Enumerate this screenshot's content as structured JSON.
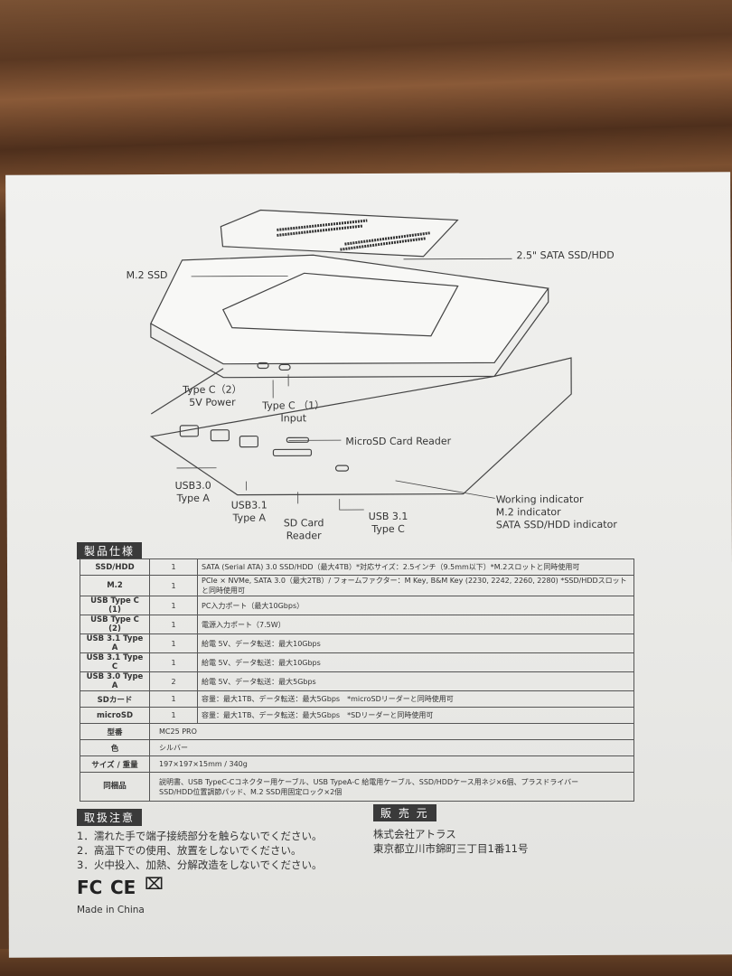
{
  "diagram_labels": {
    "m2_ssd": "M.2 SSD",
    "sata": "2.5\" SATA SSD/HDD",
    "typec2": "Type C（2）",
    "typec2_sub": "5V Power",
    "typec1": "Type C （1）",
    "typec1_sub": "Input",
    "microsd": "MicroSD Card Reader",
    "usb30": "USB3.0",
    "usb30_sub": "Type A",
    "usb31a": "USB3.1",
    "usb31a_sub": "Type A",
    "sd": "SD Card",
    "sd_sub": "Reader",
    "usb31c": "USB 3.1",
    "usb31c_sub": "Type C",
    "ind1": "Working indicator",
    "ind2": "M.2 indicator",
    "ind3": "SATA SSD/HDD indicator"
  },
  "spec_title": "製品仕様",
  "spec_rows": [
    {
      "key": "SSD/HDD",
      "qty": "1",
      "desc": "SATA (Serial ATA) 3.0 SSD/HDD（最大4TB）*対応サイズ：2.5インチ（9.5mm以下）*M.2スロットと同時使用可"
    },
    {
      "key": "M.2",
      "qty": "1",
      "desc": "PCIe × NVMe, SATA 3.0（最大2TB）/ フォームファクター：M Key, B&M Key (2230, 2242, 2260, 2280) *SSD/HDDスロットと同時使用可"
    },
    {
      "key": "USB Type C (1)",
      "qty": "1",
      "desc": "PC入力ポート（最大10Gbps）"
    },
    {
      "key": "USB Type C (2)",
      "qty": "1",
      "desc": "電源入力ポート（7.5W）"
    },
    {
      "key": "USB 3.1 Type A",
      "qty": "1",
      "desc": "給電 5V、データ転送：最大10Gbps"
    },
    {
      "key": "USB 3.1 Type C",
      "qty": "1",
      "desc": "給電 5V、データ転送：最大10Gbps"
    },
    {
      "key": "USB 3.0 Type A",
      "qty": "2",
      "desc": "給電 5V、データ転送：最大5Gbps"
    },
    {
      "key": "SDカード",
      "qty": "1",
      "desc": "容量：最大1TB、データ転送：最大5Gbps　*microSDリーダーと同時使用可"
    },
    {
      "key": "microSD",
      "qty": "1",
      "desc": "容量：最大1TB、データ転送：最大5Gbps　*SDリーダーと同時使用可"
    }
  ],
  "spec_rows2": [
    {
      "key": "型番",
      "desc": "MC25 PRO"
    },
    {
      "key": "色",
      "desc": "シルバー"
    },
    {
      "key": "サイズ / 重量",
      "desc": "197×197×15mm / 340g"
    },
    {
      "key": "同梱品",
      "desc": "説明書、USB TypeC-Cコネクター用ケーブル、USB TypeA-C 給電用ケーブル、SSD/HDDケース用ネジ×6個、プラスドライバー",
      "desc2": "SSD/HDD位置調節パッド、M.2 SSD用固定ロック×2個"
    }
  ],
  "caution": {
    "title": "取扱注意",
    "items": [
      "1．濡れた手で端子接続部分を触らないでください。",
      "2．高温下での使用、放置をしないでください。",
      "3．火中投入、加熱、分解改造をしないでください。"
    ]
  },
  "seller": {
    "title": "販 売 元",
    "name": "株式会社アトラス",
    "address": "東京都立川市錦町三丁目1番11号"
  },
  "logos": [
    "FC",
    "CE",
    "weee-bin-icon"
  ],
  "made_in": "Made in China"
}
